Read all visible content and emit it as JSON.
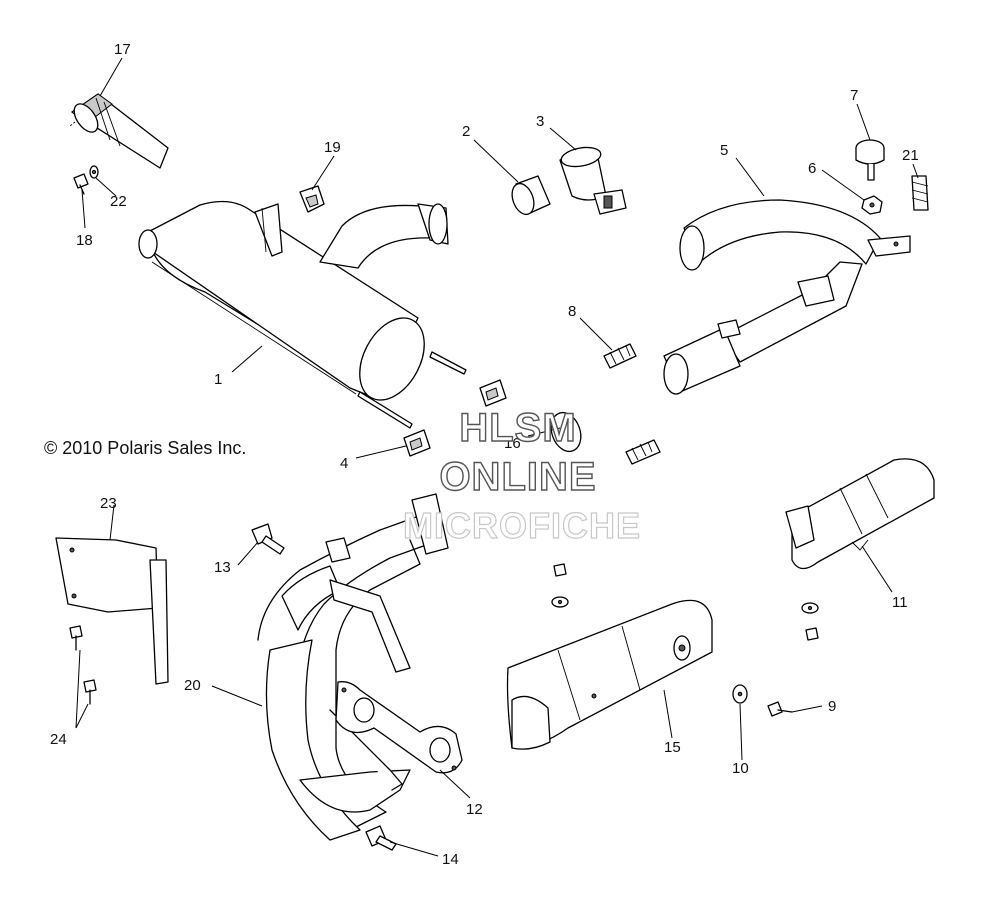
{
  "copyright": "© 2010 Polaris Sales Inc.",
  "watermark": [
    "HLSM",
    "ONLINE",
    "MICROFICHE"
  ],
  "callouts": [
    {
      "id": "c1",
      "label": "1"
    },
    {
      "id": "c2",
      "label": "2"
    },
    {
      "id": "c3",
      "label": "3"
    },
    {
      "id": "c4",
      "label": "4"
    },
    {
      "id": "c5",
      "label": "5"
    },
    {
      "id": "c6",
      "label": "6"
    },
    {
      "id": "c7",
      "label": "7"
    },
    {
      "id": "c8",
      "label": "8"
    },
    {
      "id": "c9",
      "label": "9"
    },
    {
      "id": "c10",
      "label": "10"
    },
    {
      "id": "c11",
      "label": "11"
    },
    {
      "id": "c12",
      "label": "12"
    },
    {
      "id": "c13",
      "label": "13"
    },
    {
      "id": "c14",
      "label": "14"
    },
    {
      "id": "c15",
      "label": "15"
    },
    {
      "id": "c16",
      "label": "16"
    },
    {
      "id": "c17",
      "label": "17"
    },
    {
      "id": "c18",
      "label": "18"
    },
    {
      "id": "c19",
      "label": "19"
    },
    {
      "id": "c20",
      "label": "20"
    },
    {
      "id": "c21",
      "label": "21"
    },
    {
      "id": "c22",
      "label": "22"
    },
    {
      "id": "c23",
      "label": "23"
    },
    {
      "id": "c24",
      "label": "24"
    }
  ]
}
